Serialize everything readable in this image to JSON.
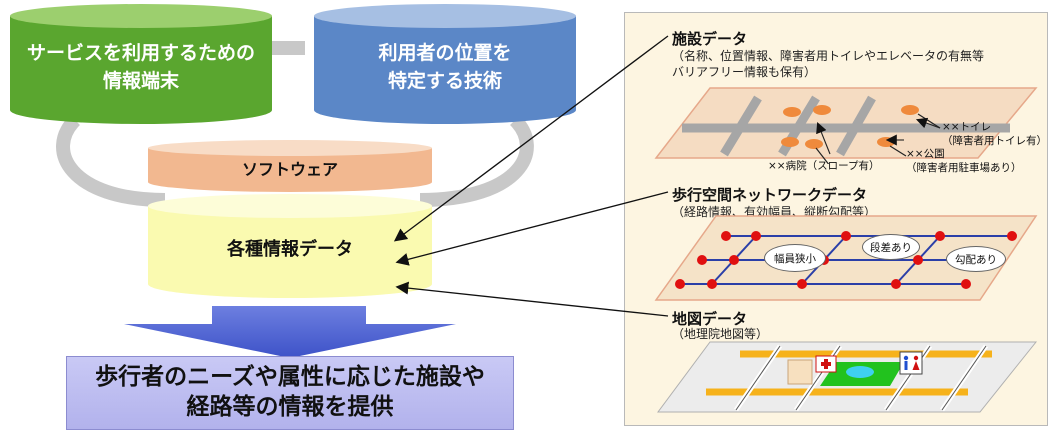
{
  "left": {
    "cylinder_green": {
      "line1": "サービスを利用するための",
      "line2": "情報端末"
    },
    "cylinder_blue": {
      "line1": "利用者の位置を",
      "line2": "特定する技術"
    },
    "cylinder_software": "ソフトウェア",
    "plus": "＋",
    "cylinder_data": "各種情報データ",
    "result": {
      "line1": "歩行者のニーズや属性に応じた施設や",
      "line2": "経路等の情報を提供"
    }
  },
  "right": {
    "facility": {
      "title": "施設データ",
      "desc1": "（名称、位置情報、障害者用トイレやエレベータの有無等",
      "desc2": "バリアフリー情報も保有）",
      "label_toilet1": "××トイレ",
      "label_toilet2": "（障害者用トイレ有）",
      "label_park1": "××公園",
      "label_park2": "（障害者用駐車場あり）",
      "label_hospital": "××病院（スロープ有）"
    },
    "network": {
      "title": "歩行空間ネットワークデータ",
      "desc": "（経路情報、有効幅員、縦断勾配等）",
      "bubble_narrow": "幅員狭小",
      "bubble_step": "段差あり",
      "bubble_slope": "勾配あり"
    },
    "map": {
      "title": "地図データ",
      "desc": "（地理院地図等）"
    }
  },
  "colors": {
    "green": "#5aa62f",
    "blue": "#5b87c7",
    "software": "#f2b890",
    "data": "#fafab0",
    "arrow": "#3a55c8",
    "panel": "#fdf5e1",
    "node": "#e01010"
  }
}
